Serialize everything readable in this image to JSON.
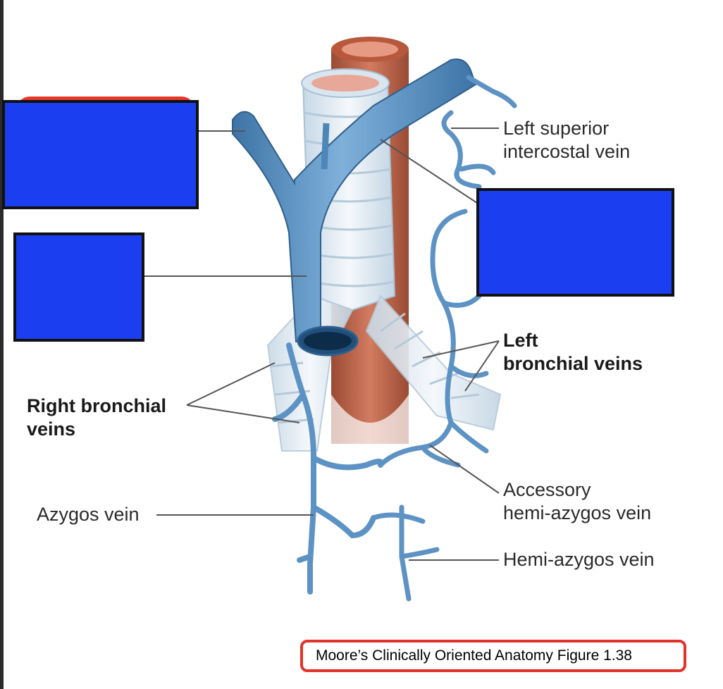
{
  "labels": {
    "left_superior_line1": "Left superior",
    "left_superior_line2": "intercostal vein",
    "left_bronchial_line1": "Left",
    "left_bronchial_line2": "bronchial veins",
    "right_bronchial_line1": "Right bronchial",
    "right_bronchial_line2": "veins",
    "azygos": "Azygos vein",
    "accessory_line1": "Accessory",
    "accessory_line2": "hemi-azygos vein",
    "hemi_azygos": "Hemi-azygos vein"
  },
  "citation": "Moore’s Clinically Oriented Anatomy Figure 1.38",
  "colors": {
    "vein": "#5d93c4",
    "vein_dark": "#3a6f9f",
    "esophagus": "#c06a4f",
    "trachea": "#dfeaf2",
    "mask": "#1b3ff0",
    "citation_border": "#e0342a"
  }
}
